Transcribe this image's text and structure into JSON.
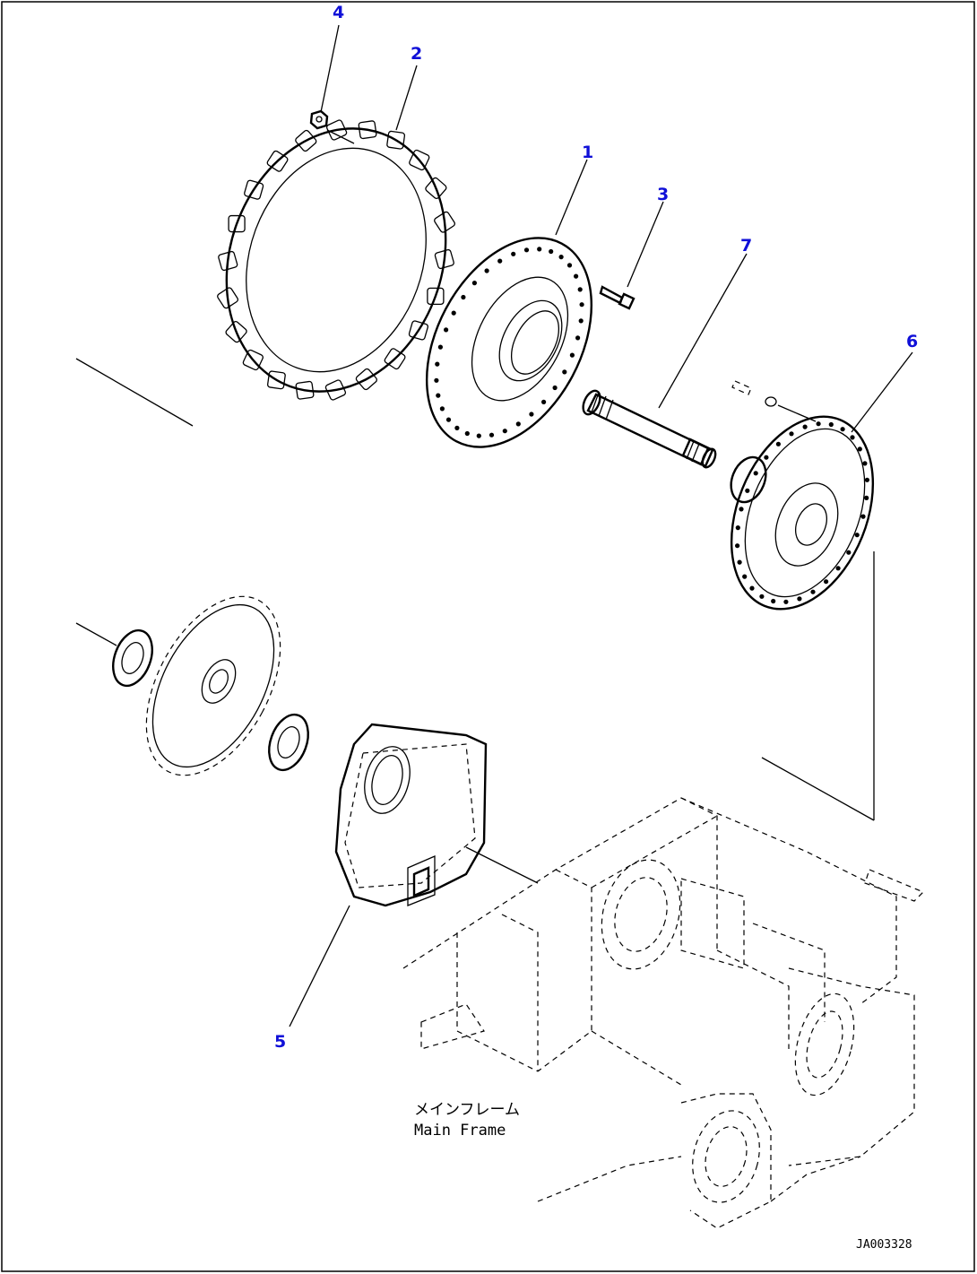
{
  "callouts": [
    {
      "id": "1",
      "text": "1"
    },
    {
      "id": "2",
      "text": "2"
    },
    {
      "id": "3",
      "text": "3"
    },
    {
      "id": "4",
      "text": "4"
    },
    {
      "id": "5",
      "text": "5"
    },
    {
      "id": "6",
      "text": "6"
    },
    {
      "id": "7",
      "text": "7"
    }
  ],
  "caption": {
    "japanese": "メインフレーム",
    "english": "Main Frame"
  },
  "figure_code": "JA003328",
  "colors": {
    "callout": "#1010d8",
    "line": "#000000",
    "border": "#000000"
  }
}
